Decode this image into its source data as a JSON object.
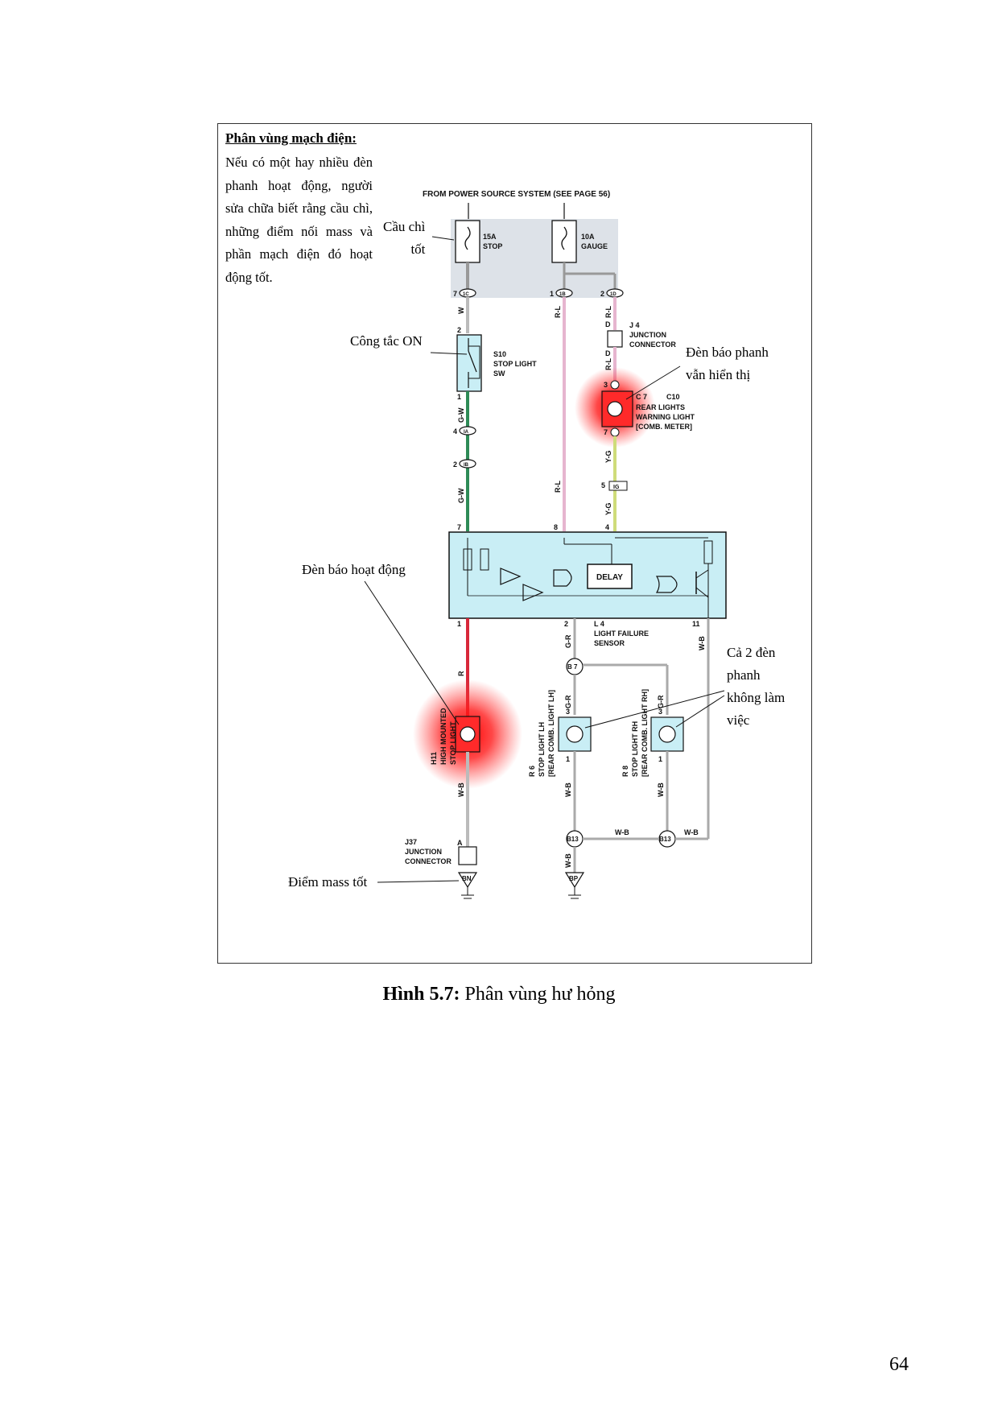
{
  "note": {
    "title": "Phân vùng mạch điện:",
    "body": "Nếu có một hay nhiều đèn phanh hoạt động, người sửa chữa biết rằng cầu chì, những điểm nối mass và phần mạch điện đó hoạt động tốt."
  },
  "annotations": {
    "fuse_ok_line1": "Cầu chì",
    "fuse_ok_line2": "tốt",
    "switch_on": "Công tắc ON",
    "warning_light_line1": "Đèn báo phanh",
    "warning_light_line2": "vẫn hiển thị",
    "working_light": "Đèn báo hoạt động",
    "both_lights_line1": "Cả 2 đèn",
    "both_lights_line2": "phanh",
    "both_lights_line3": "không làm",
    "both_lights_line4": "việc",
    "ground_ok": "Điểm mass tốt"
  },
  "diagram": {
    "source": "FROM POWER SOURCE SYSTEM (SEE PAGE 56)",
    "fuse_stop_amp": "15A",
    "fuse_stop_name": "STOP",
    "fuse_gauge_amp": "10A",
    "fuse_gauge_name": "GAUGE",
    "pin_7": "7",
    "pin_1": "1",
    "pin_2": "2",
    "conn_1c": "1C",
    "conn_1b": "1B",
    "conn_1d": "1D",
    "wire_w": "W",
    "wire_rl": "R-L",
    "wire_gw": "G-W",
    "wire_yg": "Y-G",
    "wire_r": "R",
    "wire_gr": "G-R",
    "wire_wb": "W-B",
    "j4_id": "J 4",
    "j4_name1": "JUNCTION",
    "j4_name2": "CONNECTOR",
    "pin_d": "D",
    "s10_id": "S10",
    "s10_name1": "STOP LIGHT",
    "s10_name2": "SW",
    "c7_id": "C 7",
    "c10_id": "C10",
    "c7_name1": "REAR LIGHTS",
    "c7_name2": "WARNING LIGHT",
    "c7_name3": "[COMB. METER]",
    "pin_3": "3",
    "pin_4": "4",
    "pin_5": "5",
    "pin_8": "8",
    "pin_11": "11",
    "pin_a": "A",
    "conn_ia": "IA",
    "conn_ib": "IB",
    "conn_ig": "IG",
    "delay": "DELAY",
    "l4_id": "L 4",
    "l4_name1": "LIGHT FAILURE",
    "l4_name2": "SENSOR",
    "b7": "B 7",
    "b13": "B13",
    "h11": "H11",
    "h11_name1": "HIGH MOUNTED",
    "h11_name2": "STOP LIGHT",
    "r6": "R 6",
    "r6_name1": "STOP LIGHT LH",
    "r6_name2": "[REAR COMB. LIGHT LH]",
    "r8": "R 8",
    "r8_name1": "STOP LIGHT RH",
    "r8_name2": "[REAR COMB. LIGHT RH]",
    "j37_id": "J37",
    "j37_name1": "JUNCTION",
    "j37_name2": "CONNECTOR",
    "gnd_bn": "BN",
    "gnd_bp": "BP"
  },
  "caption": {
    "label": "Hình 5.7:",
    "text": " Phân vùng hư hỏng"
  },
  "page_number": "64"
}
